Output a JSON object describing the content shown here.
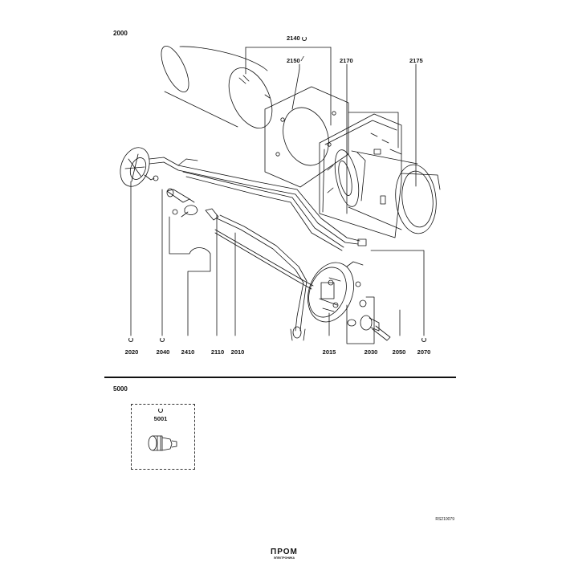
{
  "sections": {
    "top": "2000",
    "bottom": "5000"
  },
  "top_labels": {
    "l2140": "2140",
    "l2150": "2150",
    "l2170": "2170",
    "l2175": "2175"
  },
  "bottom_labels": {
    "l2020": "2020",
    "l2040": "2040",
    "l2410": "2410",
    "l2110": "2110",
    "l2010": "2010",
    "l2015": "2015",
    "l2030": "2030",
    "l2050": "2050",
    "l2070": "2070"
  },
  "kit_label": "5001",
  "reference": "RS210079",
  "logo": {
    "main": "ПРОМ",
    "sub": "ЭЛЕКТРОНИКА"
  }
}
